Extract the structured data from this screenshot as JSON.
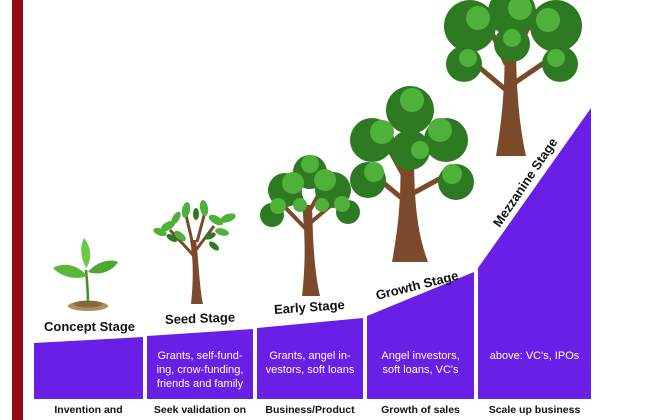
{
  "colors": {
    "sidebar": "#8f0d12",
    "block": "#6a1fe6",
    "trunk": "#7a4a2a",
    "leaf_dark": "#2d7a23",
    "leaf_light": "#4fb03a"
  },
  "stages": [
    {
      "title": "Concept Stage",
      "description": [],
      "footer": "Invention and"
    },
    {
      "title": "Seed Stage",
      "description": [
        "Grants, self-fund-",
        "ing, crow-funding,",
        "friends and family"
      ],
      "footer": "Seek validation on"
    },
    {
      "title": "Early Stage",
      "description": [
        "Grants, angel in-",
        "vestors, soft loans"
      ],
      "footer": "Business/Product"
    },
    {
      "title": "Growth Stage",
      "description": [
        "Angel investors,",
        "soft loans, VC's"
      ],
      "footer": "Growth of sales"
    },
    {
      "title": "Mezzanine Stage",
      "description": [
        "above: VC's, IPOs"
      ],
      "footer": "Scale up business"
    }
  ]
}
